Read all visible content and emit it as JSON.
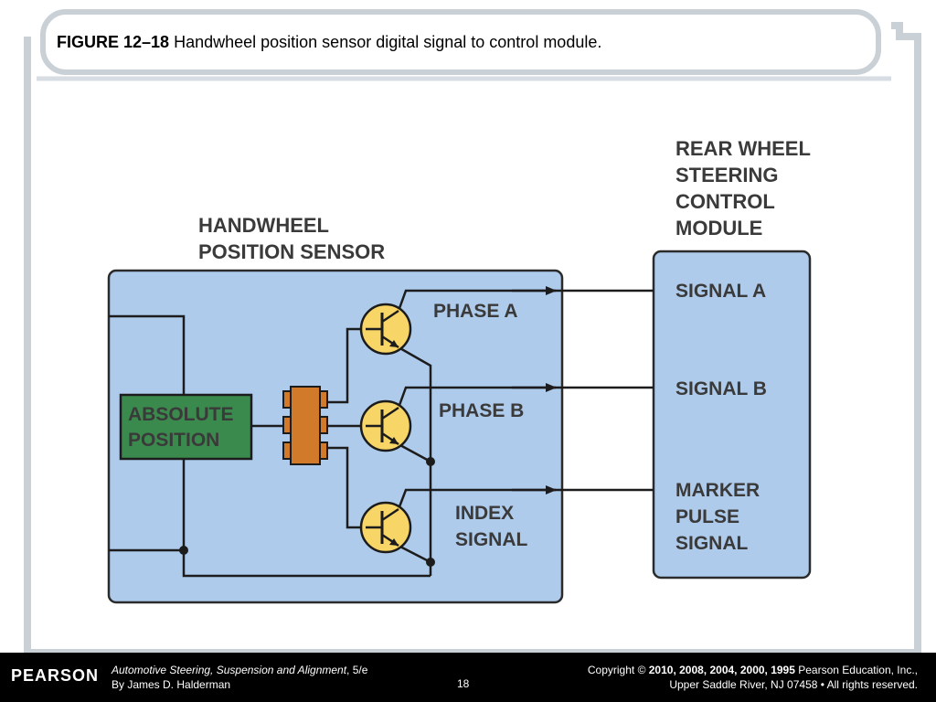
{
  "slide": {
    "figure_label": "FIGURE 12–18",
    "caption": "Handwheel position sensor digital signal to control module."
  },
  "diagram": {
    "module_title": [
      "REAR WHEEL",
      "STEERING",
      "CONTROL",
      "MODULE"
    ],
    "sensor_title": [
      "HANDWHEEL",
      "POSITION SENSOR"
    ],
    "absolute_position": [
      "ABSOLUTE",
      "POSITION"
    ],
    "phase_a": "PHASE A",
    "phase_b": "PHASE B",
    "index_signal": [
      "INDEX",
      "SIGNAL"
    ],
    "signal_a": "SIGNAL A",
    "signal_b": "SIGNAL B",
    "marker_pulse": [
      "MARKER",
      "PULSE",
      "SIGNAL"
    ],
    "colors": {
      "sensor_fill": "#aecbec",
      "module_fill": "#aecbec",
      "absolute_fill": "#3b8a4d",
      "transistor_fill": "#f7d566",
      "optocoupler_fill": "#d07a2a",
      "wire": "#1c1c1c"
    }
  },
  "footer": {
    "logo": "PEARSON",
    "book_title": "Automotive Steering, Suspension and Alignment",
    "edition": ", 5/e",
    "author": "By James D. Halderman",
    "page": "18",
    "copyright_prefix": "Copyright © ",
    "copyright_years": "2010, 2008, 2004, 2000, 1995",
    "copyright_suffix": " Pearson Education, Inc.,",
    "copyright_line2": "Upper Saddle River, NJ 07458 • All rights reserved."
  }
}
